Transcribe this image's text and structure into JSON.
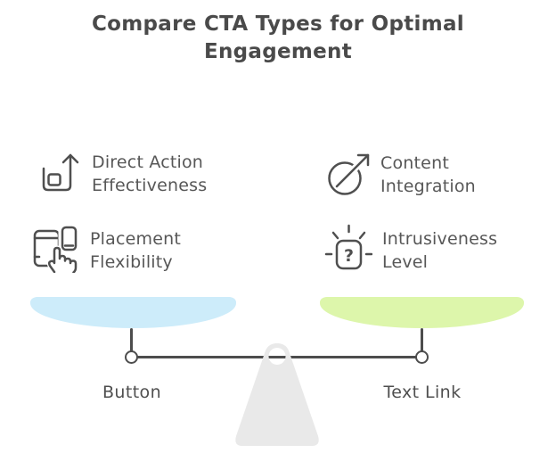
{
  "title": "Compare CTA Types for Optimal Engagement",
  "features": {
    "left": [
      {
        "icon": "box-arrow-up-icon",
        "line1": "Direct Action",
        "line2": "Effectiveness"
      },
      {
        "icon": "devices-tap-icon",
        "line1": "Placement",
        "line2": "Flexibility"
      }
    ],
    "right": [
      {
        "icon": "circle-arrow-up-right-icon",
        "line1": "Content",
        "line2": "Integration"
      },
      {
        "icon": "question-alert-icon",
        "line1": "Intrusiveness",
        "line2": "Level",
        "icon_glyph": "?"
      }
    ]
  },
  "scale": {
    "left_label": "Button",
    "right_label": "Text Link",
    "left_pan_color": "#cdecfa",
    "right_pan_color": "#ddf6ab"
  },
  "colors": {
    "title_text": "#4a4a4a",
    "body_text": "#575757",
    "stroke": "#4d4d4d",
    "pedestal": "#e9e9e9",
    "pivot_fill": "#ffffff"
  }
}
